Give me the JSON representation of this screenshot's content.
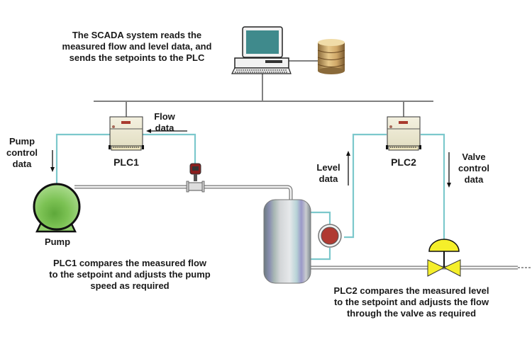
{
  "captions": {
    "scada": "The SCADA system reads the\nmeasured flow and level data, and\nsends the setpoints to the PLC",
    "plc1_desc": "PLC1 compares the measured flow\nto the setpoint and adjusts the pump\nspeed as required",
    "plc2_desc": "PLC2 compares the measured level\nto the setpoint and adjusts the flow\nthrough the valve as required"
  },
  "labels": {
    "plc1": "PLC1",
    "plc2": "PLC2",
    "pump": "Pump",
    "flow_data": "Flow\ndata",
    "pump_control_data": "Pump\ncontrol\ndata",
    "level_data": "Level\ndata",
    "valve_control_data": "Valve\ncontrol\ndata"
  },
  "components": {
    "scada_workstation": "computer-icon",
    "historian": "database-icon",
    "plc1": "plc-icon",
    "plc2": "plc-icon",
    "flow_meter": "flow-meter-icon",
    "pump": "pump-icon",
    "tank": "tank-icon",
    "level_sensor": "level-sensor-icon",
    "control_valve": "control-valve-icon"
  },
  "colors": {
    "signal_line": "#7cc8cc",
    "network_line": "#808080",
    "pump_fill": "#8fce6a",
    "valve_fill": "#f5ef2a",
    "level_sensor_fill": "#b03a32",
    "monitor_screen": "#3f8a8c"
  }
}
